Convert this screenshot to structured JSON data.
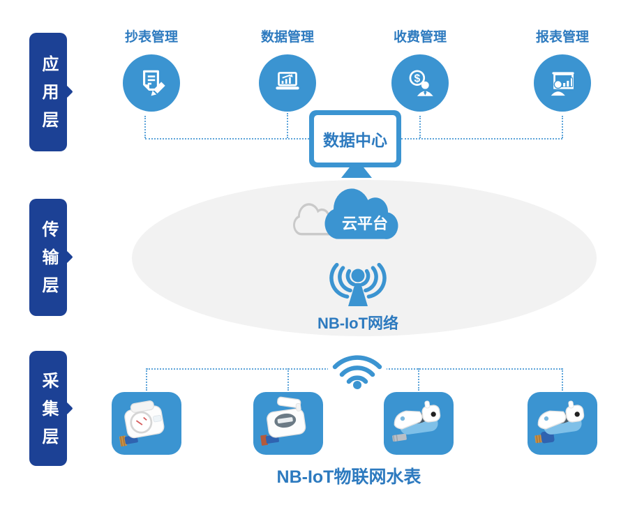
{
  "colors": {
    "navy": "#1c4195",
    "primary": "#3b94d1",
    "text_blue": "#2d7abf",
    "dotted": "#5ba3d9",
    "ellipse_gray": "#f2f2f2",
    "cloud_outline_gray": "#c9c9c9"
  },
  "layers": {
    "application": {
      "label": "应用层"
    },
    "transmission": {
      "label": "传输层"
    },
    "collection": {
      "label": "采集层"
    }
  },
  "application": {
    "items": [
      {
        "label": "抄表管理",
        "icon": "document-pencil-icon"
      },
      {
        "label": "数据管理",
        "icon": "laptop-chart-icon"
      },
      {
        "label": "收费管理",
        "icon": "dollar-person-icon"
      },
      {
        "label": "报表管理",
        "icon": "presentation-person-icon"
      }
    ],
    "data_center_label": "数据中心"
  },
  "transmission": {
    "cloud_label": "云平台",
    "network_label": "NB-IoT网络"
  },
  "collection": {
    "caption": "NB-IoT物联网水表",
    "meters": [
      {
        "icon": "water-meter-dial-icon"
      },
      {
        "icon": "water-meter-open-lid-icon"
      },
      {
        "icon": "water-meter-flip-lid-icon"
      },
      {
        "icon": "water-meter-flip-lid-brass-icon"
      }
    ]
  }
}
